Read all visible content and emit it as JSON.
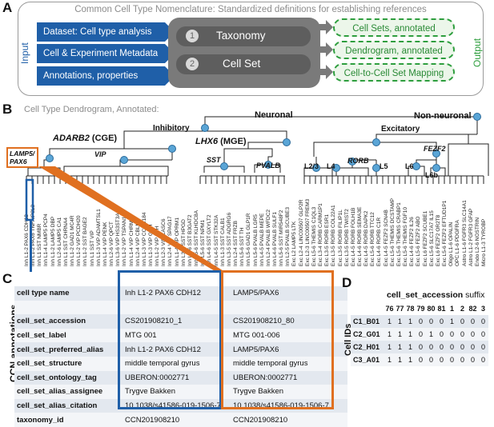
{
  "panels": {
    "a": "A",
    "b": "B",
    "c": "C",
    "d": "D"
  },
  "panel_a": {
    "title": "Common Cell Type Nomenclature:  Standardized definitions for establishing references",
    "input_label": "Input",
    "output_label": "Output",
    "inputs": [
      "Dataset: Cell type analysis",
      "Cell & Experiment Metadata",
      "Annotations, properties"
    ],
    "steps": [
      {
        "num": "1",
        "label": "Taxonomy"
      },
      {
        "num": "2",
        "label": "Cell Set"
      }
    ],
    "outputs": [
      "Cell Sets, annotated",
      "Dendrogram, annotated",
      "Cell-to-Cell Set Mapping"
    ],
    "colors": {
      "input": "#1f5fa8",
      "output": "#2e9e3e",
      "process": "#7a7a7a"
    }
  },
  "panel_b": {
    "title": "Cell Type Dendrogram, Annotated:",
    "nodes": {
      "neuronal": "Neuronal",
      "non_neuronal": "Non-neuronal",
      "inhibitory": "Inhibitory",
      "excitatory": "Excitatory",
      "adarb2_gene": "ADARB2",
      "adarb2_tag": " (CGE)",
      "lhx6_gene": "LHX6",
      "lhx6_tag": " (MGE)",
      "lamp5": "LAMP5/\nPAX6",
      "vip": "VIP",
      "sst": "SST",
      "pvalb": "PVALB",
      "l23": "L2/3",
      "l4": "L4",
      "rorb": "RORB",
      "l5": "L5",
      "l6": "L6",
      "l6b": "L6b",
      "fezf2": "FEZF2"
    },
    "leaves": [
      "Inh L1-2 PAX6 CDH12",
      "Inh L1-2 PAX6 TNFAIP8L3",
      "Inh L1 SST NMBR",
      "Inh L1-4 LAMP5 PCP4",
      "Inh L1-2 LAMP5 DBP",
      "Inh L2-6 LAMP5 CA1",
      "Inh L1 SST CHRNA4",
      "Inh L1-2 GAD1 MC4R",
      "Inh L1-2 VIP PCDH20",
      "Inh L1-2 SST BAGE2",
      "Inh L1 SST VIP",
      "Inh L1-3 VIP ADAMTSL1",
      "Inh L1-4 VIP PENK",
      "Inh L2-6 VIP QPCT",
      "Inh L3-6 VIP HS3ST3A1",
      "Inh L1-2 VIP TSPAN12",
      "Inh L1-4 VIP CHRM2",
      "Inh L2-4 VIP CBLN1",
      "Inh L1-3 VIP CCDC184",
      "Inh L1-3 VIP GGH",
      "Inh L1-2 VIP LBH",
      "Inh L2-3 VIP CASC6",
      "Inh L2-4 VIP SPAG17",
      "Inh L1-4 VIP OPRM1",
      "Inh L3-6 SST HPGD",
      "Inh L4-6 SST B3GAT2",
      "Inh L5-6 SST KLHDC8A",
      "Inh L5-6 SST NPM1",
      "Inh L4-6 SST GXYLT2",
      "Inh L4-5 SST STK32A",
      "Inh L1-3 SST CALB1",
      "Inh L3-5 SST ADGRG6",
      "Inh L2-4 SST FRZB",
      "Inh L5-6 SST TH",
      "Inh L5-6 GAD1 GLP1R",
      "Inh L5-6 PVALB LGR5",
      "Inh L4-5 PVALB MEPE",
      "Inh L2-4 PVALB WFDC2",
      "Inh L4-6 PVALB SULF1",
      "Inh L5-6 SST MIR548F2",
      "Inh L2-5 PVALB SCUBE3",
      "Exc L2 LAMP5 LTK",
      "Exc L2-4 LINC00507 GLP2R",
      "Exc L2-3 LINC00507 FREM3",
      "Exc L5-6 THEMIS C1QL3",
      "Exc L3-4 RORB CARM1P1",
      "Exc L3-5 RORB ESR1",
      "Exc L3-5 RORB COL22A1",
      "Exc L3-5 RORB FILIP1L",
      "Exc L3-5 RORB TWIST2",
      "Exc L4-5 RORB FOLH1B",
      "Exc L4-6 RORB SEMA3E",
      "Exc L4-5 RORB DAPK2",
      "Exc L5-6 RORB TTC12",
      "Exc L4-6 RORB C1R",
      "Exc L4-5 FEZF2 SCN4B",
      "Exc L5-6 THEMIS DCSTAMP",
      "Exc L5-6 THEMIS CRABP1",
      "Exc L5-6 THEMIS FGF10",
      "Exc L4-6 FEZF2 IL26",
      "Exc L5-6 FEZF2 ABO",
      "Exc L6 FEZF2 SCUBE1",
      "Exc L5-6 SLC17A7 IL15",
      "Exc L6 FEZF2 OR2T8",
      "Exc L5-6 FEZF2 EFTUD1P1",
      "Oligo L1-6 OPALIN",
      "OPC L1-6 PDGFRA",
      "Astro L1-6 FGFR3 SLC14A1",
      "Astro L1-2 FGFR3 GFAP",
      "Endo L2-6 NOSTRIN",
      "Micro L1-3 TYROBP"
    ]
  },
  "panel_c": {
    "side_label": "CCN annotations",
    "rows": [
      {
        "key": "cell type name",
        "a": "Inh L1-2 PAX6 CDH12",
        "b": "LAMP5/PAX6"
      },
      {
        "key": "",
        "a": "",
        "b": ""
      },
      {
        "key": "cell_set_accession",
        "a": "CS201908210_1",
        "b": "CS201908210_80"
      },
      {
        "key": "cell_set_label",
        "a": "MTG 001",
        "b": "MTG 001-006"
      },
      {
        "key": "cell_set_preferred_alias",
        "a": "Inh L1-2 PAX6 CDH12",
        "b": "LAMP5/PAX6"
      },
      {
        "key": "cell_set_structure",
        "a": "middle temporal gyrus",
        "b": "middle temporal gyrus"
      },
      {
        "key": "cell_set_ontology_tag",
        "a": "UBERON:0002771",
        "b": "UBERON:0002771"
      },
      {
        "key": "cell_set_alias_assignee",
        "a": "Trygve Bakken",
        "b": "Trygve Bakken"
      },
      {
        "key": "cell_set_alias_citation",
        "a": "10.1038/s41586-019-1506-7",
        "b": "10.1038/s41586-019-1506-7"
      },
      {
        "key": "taxonomy_id",
        "a": "CCN201908210",
        "b": "CCN201908210"
      }
    ],
    "colors": {
      "blue": "#1f5fa8",
      "orange": "#e07020"
    }
  },
  "panel_d": {
    "title": "cell_set_accession",
    "title_suffix": " suffix",
    "row_axis_label": "Cell IDs",
    "columns": [
      "76",
      "77",
      "78",
      "79",
      "80",
      "81",
      "1",
      "2",
      "82",
      "3"
    ],
    "rows": [
      {
        "id": "C1_B01",
        "values": [
          "1",
          "1",
          "1",
          "0",
          "0",
          "0",
          "1",
          "0",
          "0",
          "0"
        ]
      },
      {
        "id": "C2_G01",
        "values": [
          "1",
          "1",
          "1",
          "0",
          "1",
          "0",
          "0",
          "0",
          "0",
          "0"
        ]
      },
      {
        "id": "C2_H01",
        "values": [
          "1",
          "1",
          "1",
          "0",
          "0",
          "0",
          "0",
          "0",
          "0",
          "0"
        ]
      },
      {
        "id": "C3_A01",
        "values": [
          "1",
          "1",
          "1",
          "0",
          "0",
          "0",
          "0",
          "0",
          "0",
          "0"
        ]
      }
    ]
  }
}
